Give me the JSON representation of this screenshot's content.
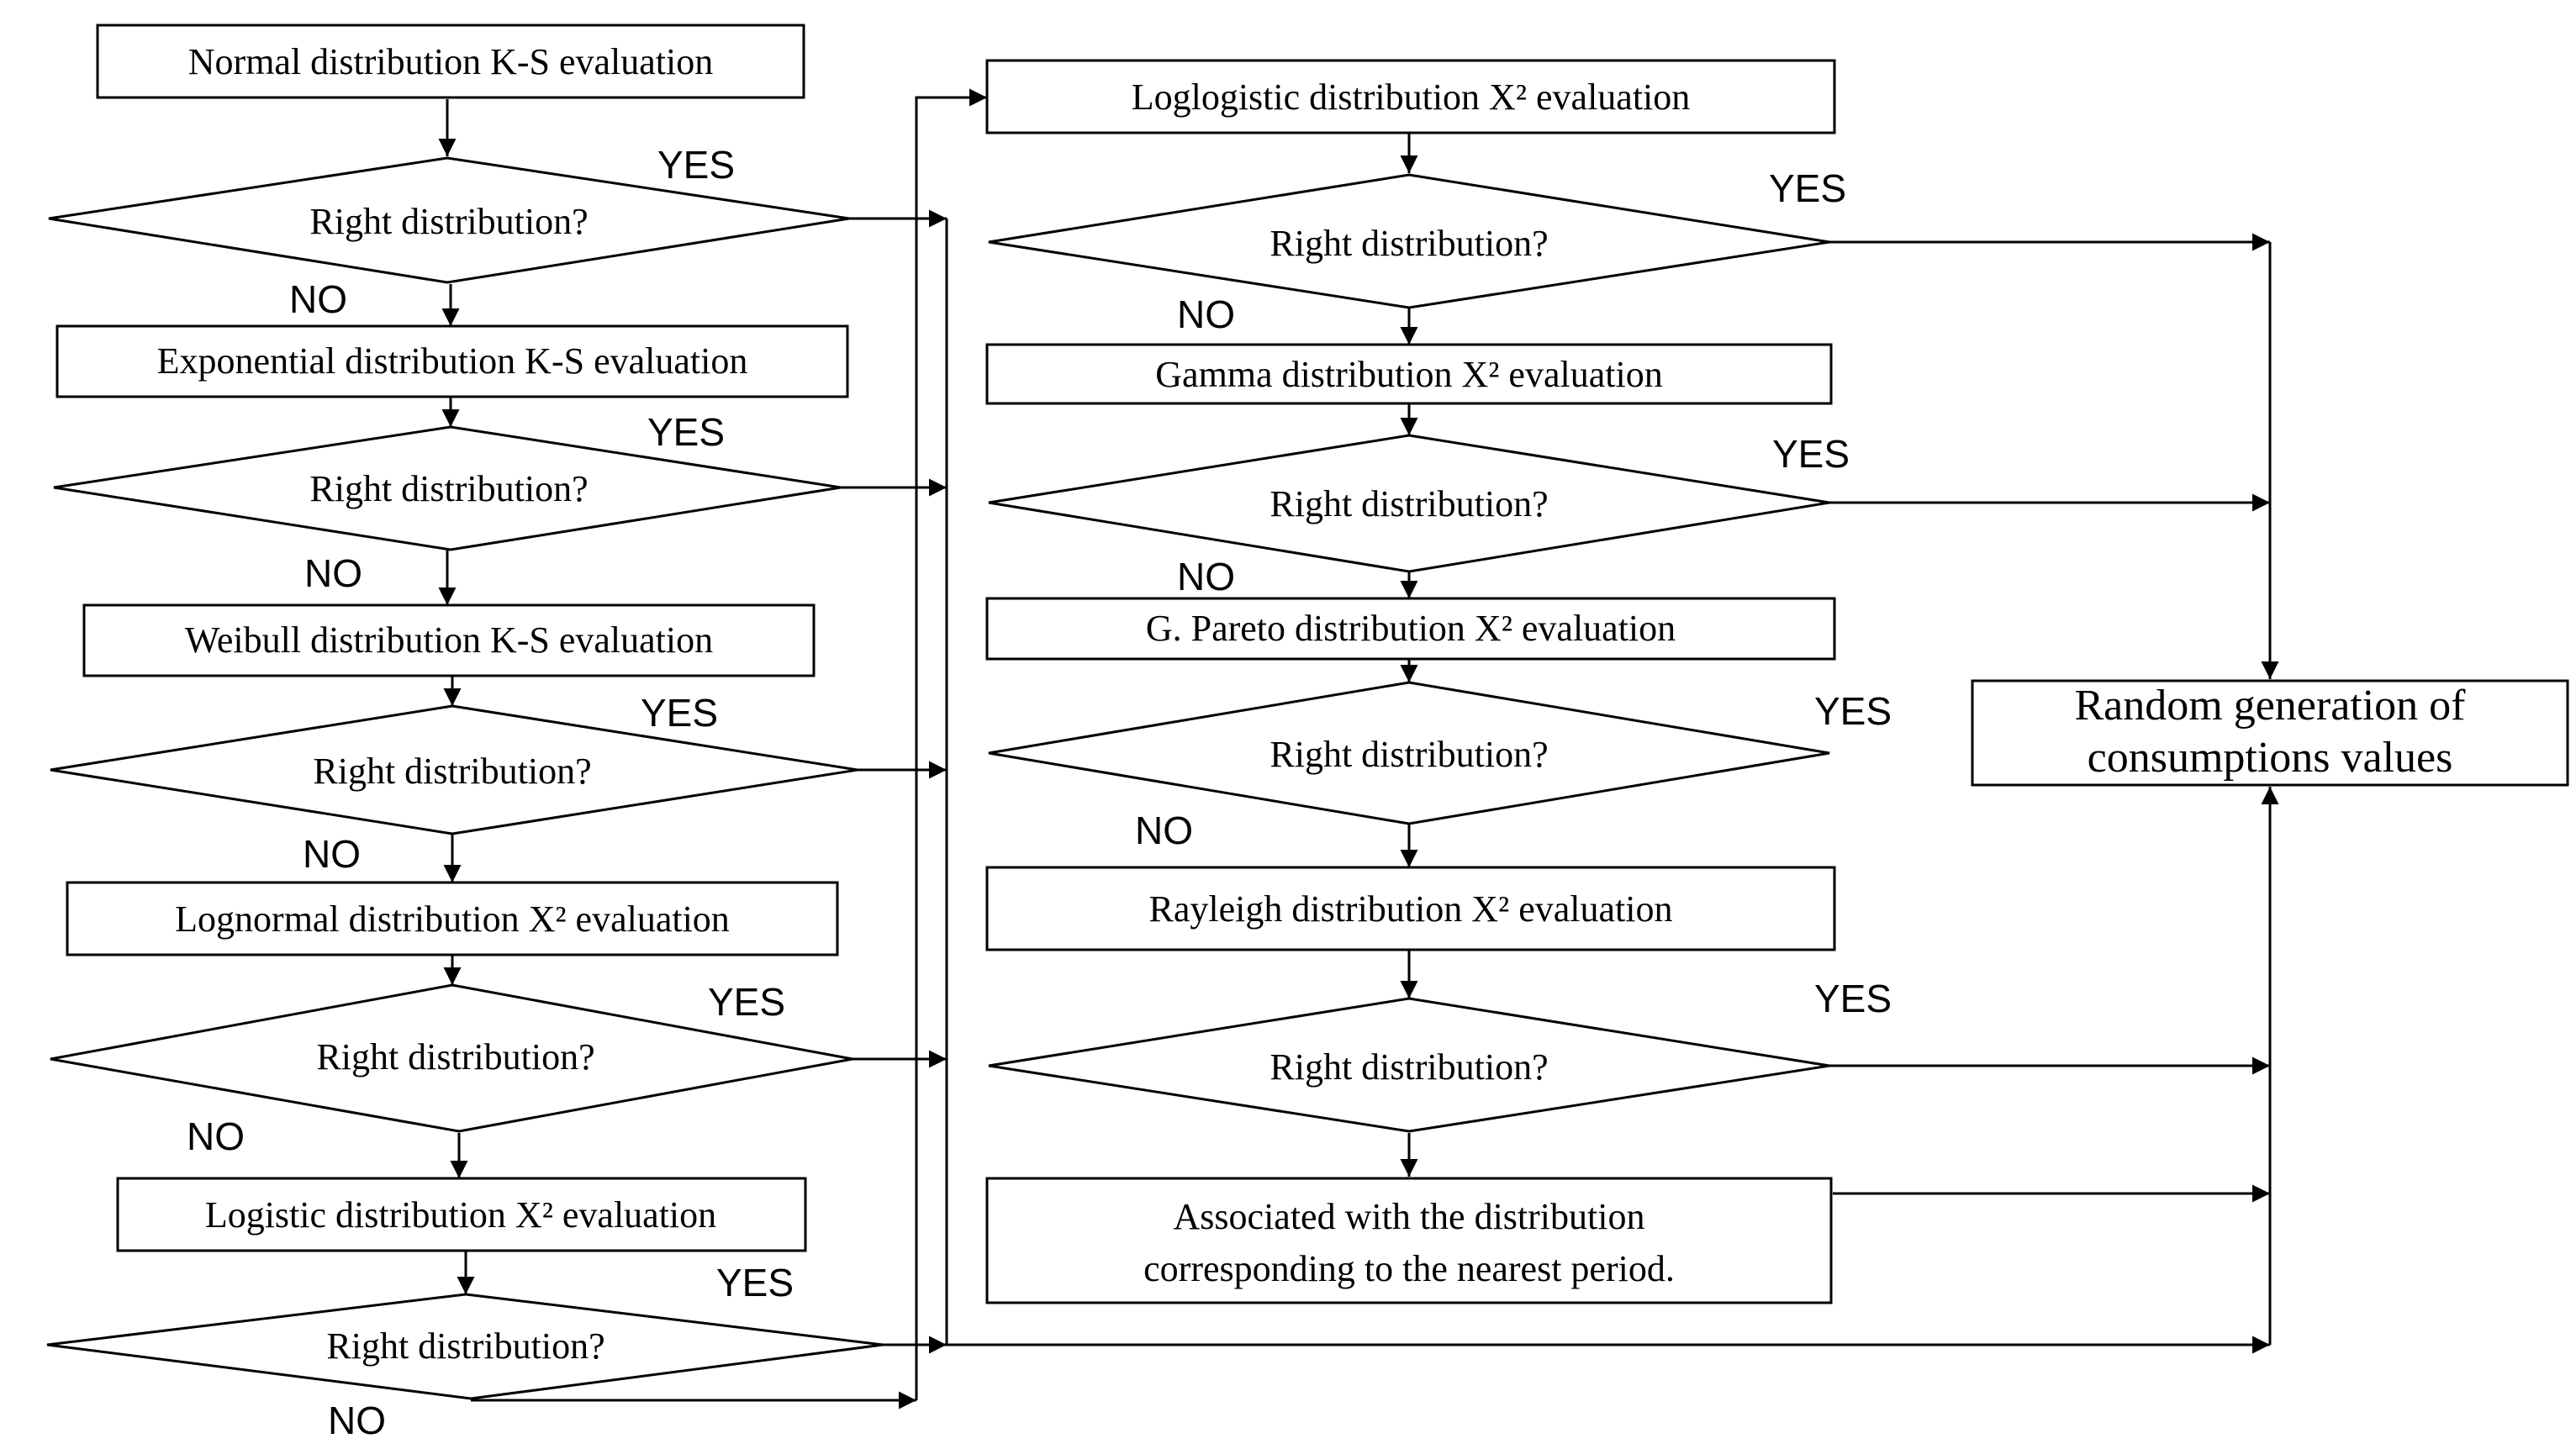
{
  "diagram": {
    "left_column": {
      "steps": [
        {
          "label": "Normal distribution K-S evaluation",
          "question": "Right distribution?",
          "yes": "YES",
          "no": "NO"
        },
        {
          "label": "Exponential distribution K-S evaluation",
          "question": "Right distribution?",
          "yes": "YES",
          "no": "NO"
        },
        {
          "label": "Weibull distribution K-S evaluation",
          "question": "Right distribution?",
          "yes": "YES",
          "no": "NO"
        },
        {
          "label": "Lognormal distribution X² evaluation",
          "question": "Right distribution?",
          "yes": "YES",
          "no": "NO"
        },
        {
          "label": "Logistic distribution X² evaluation",
          "question": "Right distribution?",
          "yes": "YES",
          "no": "NO"
        }
      ]
    },
    "middle_column": {
      "steps": [
        {
          "label": "Loglogistic distribution X² evaluation",
          "question": "Right distribution?",
          "yes": "YES",
          "no": "NO"
        },
        {
          "label": "Gamma distribution X² evaluation",
          "question": "Right distribution?",
          "yes": "YES",
          "no": "NO"
        },
        {
          "label": "G. Pareto  distribution X²  evaluation",
          "question": "Right distribution?",
          "yes": "YES",
          "no": "NO"
        },
        {
          "label": "Rayleigh distribution X² evaluation",
          "question": "Right distribution?",
          "yes": "YES"
        }
      ],
      "fallback": {
        "line1": "Associated with the distribution",
        "line2": "corresponding to the nearest period."
      }
    },
    "result": {
      "line1": "Random generation of",
      "line2": "consumptions values"
    }
  }
}
